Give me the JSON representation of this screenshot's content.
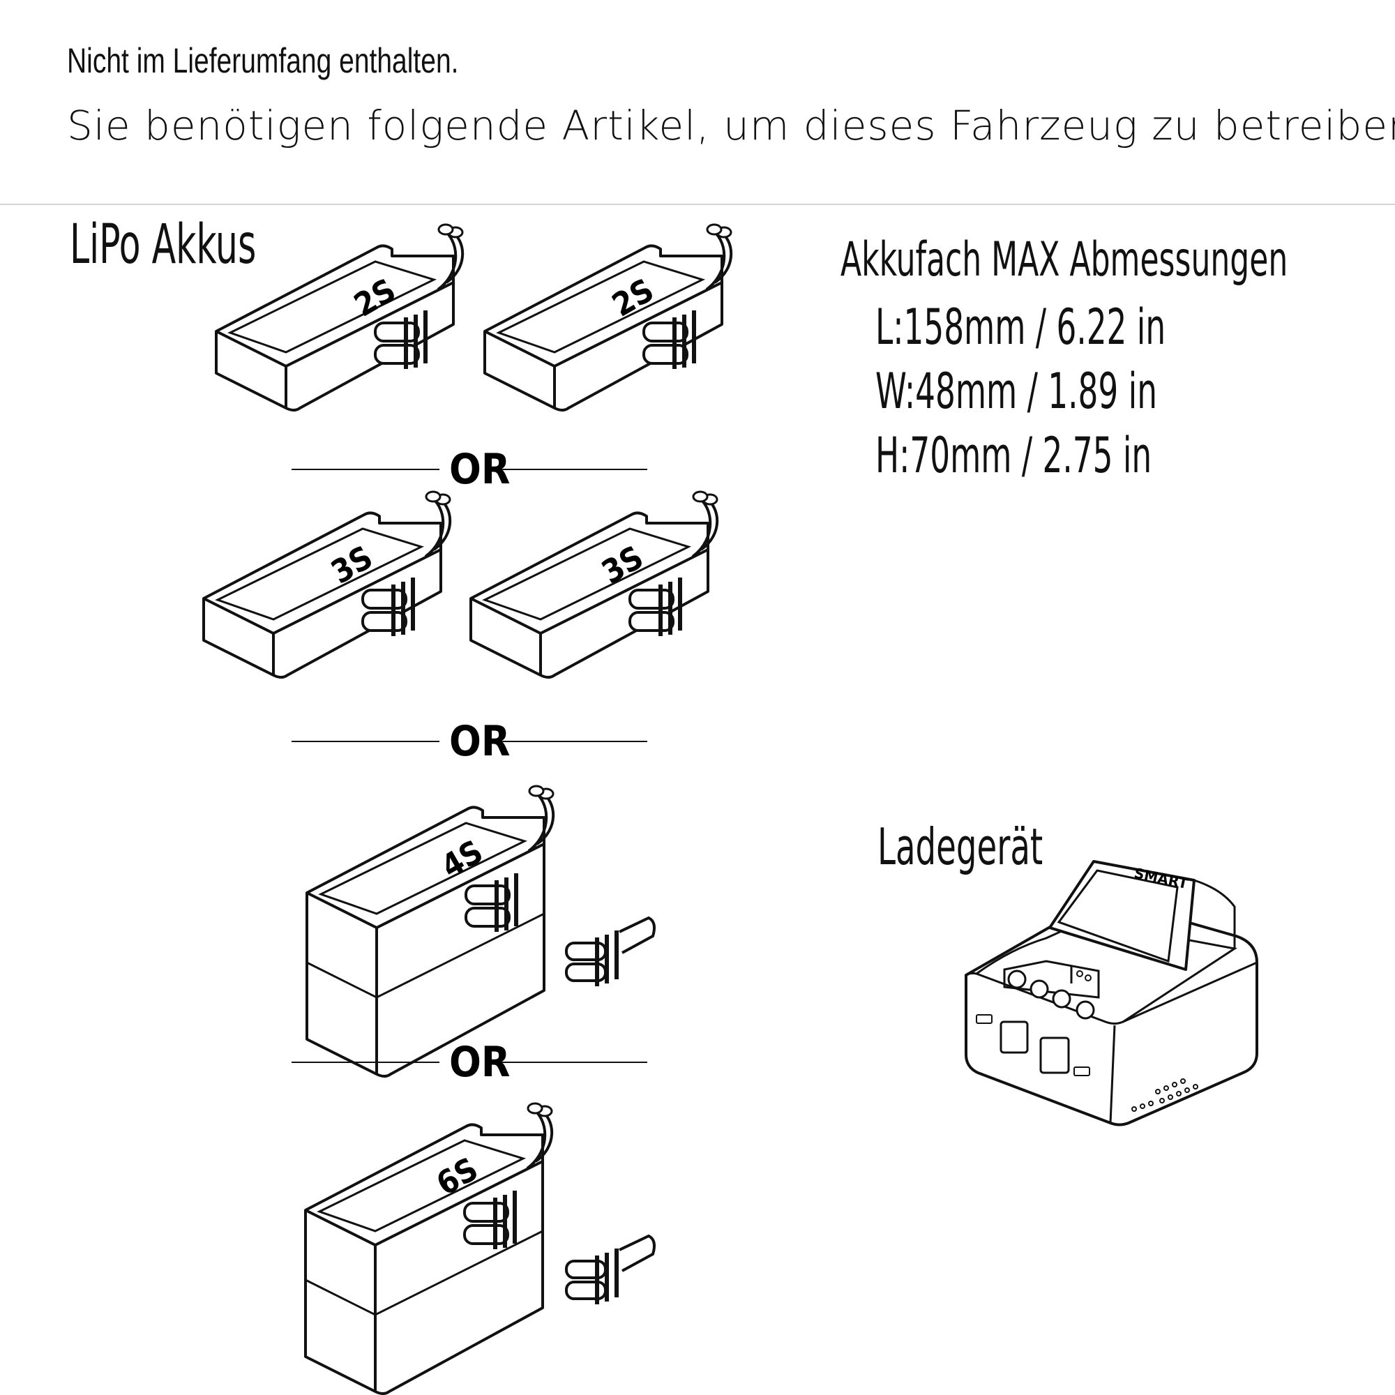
{
  "header": {
    "line1": "Nicht im Lieferumfang enthalten.",
    "line2": "Sie benötigen folgende Artikel, um dieses Fahrzeug zu betreiben..."
  },
  "lipo_section": {
    "title": "LiPo Akkus",
    "separator": "OR",
    "options": [
      {
        "cells": "2S",
        "count": 2
      },
      {
        "cells": "3S",
        "count": 2
      },
      {
        "cells": "4S",
        "count": 1
      },
      {
        "cells": "6S",
        "count": 1
      }
    ]
  },
  "dimensions": {
    "title": "Akkufach MAX Abmessungen",
    "length": "L:158mm / 6.22 in",
    "width": "W:48mm / 1.89 in",
    "height": "H:70mm / 2.75 in"
  },
  "charger": {
    "title": "Ladegerät",
    "brand": "SMART",
    "icons": [
      "chevron-left-icon",
      "chevron-down-icon",
      "chevron-up-icon",
      "power-icon"
    ]
  }
}
